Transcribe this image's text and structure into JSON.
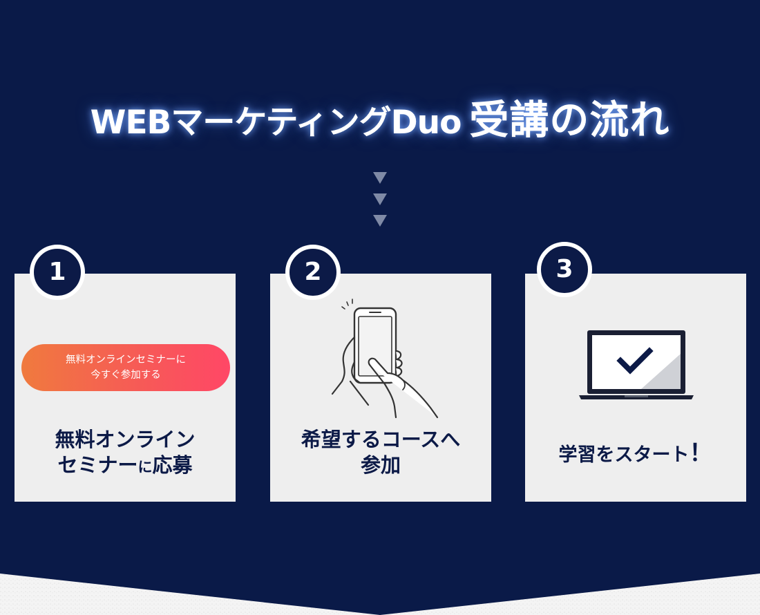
{
  "section": {
    "title_part1": "WEBマーケティングDuo",
    "title_part2": "受講の流れ"
  },
  "steps": [
    {
      "number": "1",
      "cta_line1": "無料オンラインセミナーに",
      "cta_line2": "今すぐ参加する",
      "title_line1": "無料オンライン",
      "title_line2a": "セミナー",
      "title_line2b": "に",
      "title_line2c": "応募"
    },
    {
      "number": "2",
      "title_line1": "希望するコースへ",
      "title_line2": "参加"
    },
    {
      "number": "3",
      "title_main": "学習をスタート",
      "title_mark": "！"
    }
  ],
  "colors": {
    "background": "#0a1a48",
    "card": "#eeeeee",
    "navy": "#0c1a47",
    "cta_gradient_start": "#f07a3e",
    "cta_gradient_end": "#ff4766",
    "arrow": "#7f8aa6"
  },
  "icons": {
    "step2": "smartphone-tap-icon",
    "step3": "laptop-check-icon",
    "flow": "triangle-down-icon"
  }
}
